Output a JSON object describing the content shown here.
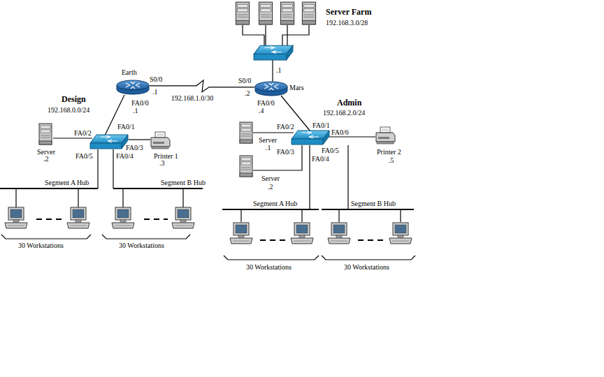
{
  "diagram": {
    "nodes": [
      {
        "text": [
          "Earth"
        ]
      },
      {
        "text": [
          "Mars"
        ]
      },
      {
        "text": [
          "Server",
          ".2"
        ]
      },
      {
        "text": [
          "Printer 1",
          ".3"
        ]
      },
      {
        "text": [
          "Server",
          ".1"
        ]
      },
      {
        "text": [
          "Server",
          ".2"
        ]
      },
      {
        "text": [
          "Printer 2",
          ".5"
        ]
      }
    ],
    "edges": [
      {
        "from": 0,
        "to": 1,
        "label": "192.168.1.0/30",
        "arrow": "none"
      }
    ],
    "labels": [
      "Server Farm",
      "192.168.3.0/28",
      ".1",
      "S0/0",
      ".1",
      "S0/0",
      ".2",
      "FA0/0",
      ".1",
      "FA0/0",
      ".4",
      "Design",
      "192.168.0.0/24",
      "FA0/1",
      "FA0/2",
      "FA0/3",
      "FA0/5",
      "FA0/4",
      "Segment A Hub",
      "Segment B Hub",
      "30 Workstations",
      "30 Workstations",
      "Admin",
      "192.168.2.0/24",
      "FA0/1",
      "FA0/6",
      "FA0/2",
      "FA0/3",
      "FA0/5",
      "FA0/4",
      "Segment A Hub",
      "Segment B Hub",
      "30 Workstations",
      "30 Workstations"
    ]
  }
}
